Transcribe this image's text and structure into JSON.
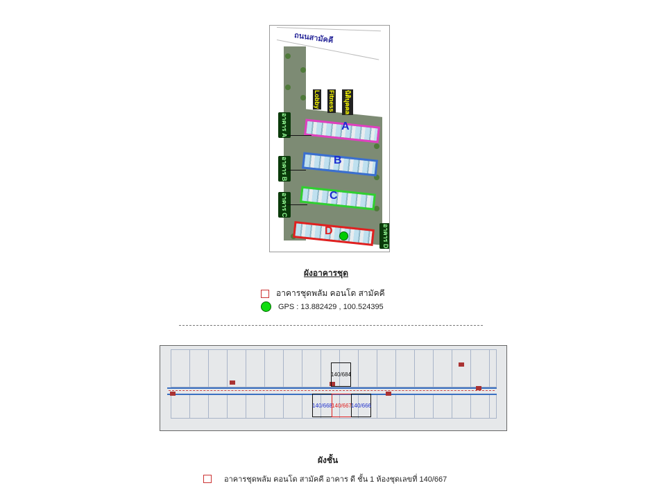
{
  "site_plan": {
    "road_label": "ถนนสามัคคี",
    "amenities": [
      "Lobby",
      "Fitness",
      "นิติบุคคล"
    ],
    "buildings": [
      {
        "letter": "A",
        "label": "อาคาร A",
        "color": "#e040c0"
      },
      {
        "letter": "B",
        "label": "อาคาร B",
        "color": "#3a6fd0"
      },
      {
        "letter": "C",
        "label": "อาคาร C",
        "color": "#30d030"
      },
      {
        "letter": "D",
        "label": "อาคาร D",
        "color": "#e02020"
      }
    ],
    "caption": "ผังอาคารชุด",
    "legend": [
      {
        "icon": "red-square-icon",
        "text": "อาคารชุดพลัม คอนโด สามัคคี"
      },
      {
        "icon": "green-circle-icon",
        "text": "GPS : 13.882429 , 100.524395"
      }
    ]
  },
  "floor_plan": {
    "units": {
      "above": "140/684",
      "left": "140/668",
      "target": "140/667",
      "right": "140/666"
    },
    "caption": "ผังชั้น",
    "legend_text": "อาคารชุดพลัม คอนโด สามัคคี  อาคาร ดี ชั้น 1 ห้องชุดเลขที่ 140/667"
  }
}
